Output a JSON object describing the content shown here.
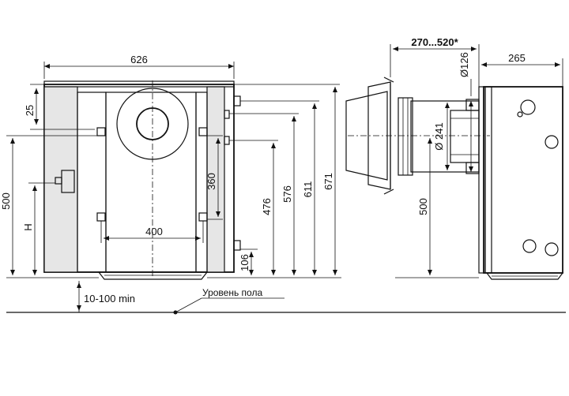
{
  "dimensions": {
    "front_width": "626",
    "top_offset": "25",
    "height_500_left": "500",
    "height_H": "H",
    "spacing_360": "360",
    "spacing_400": "400",
    "height_476": "476",
    "height_576": "576",
    "height_611": "611",
    "height_671": "671",
    "height_106": "106",
    "floor_gap": "10-100 min",
    "side_depth_range": "270...520*",
    "side_depth": "265",
    "pipe_outer_diameter": "Ø126",
    "pipe_inner_diameter": "Ø 241",
    "height_500_side": "500"
  },
  "labels": {
    "floor_level": "Уровень пола"
  },
  "colors": {
    "line": "#111111",
    "shade": "#d0d0d0",
    "background": "#ffffff"
  }
}
